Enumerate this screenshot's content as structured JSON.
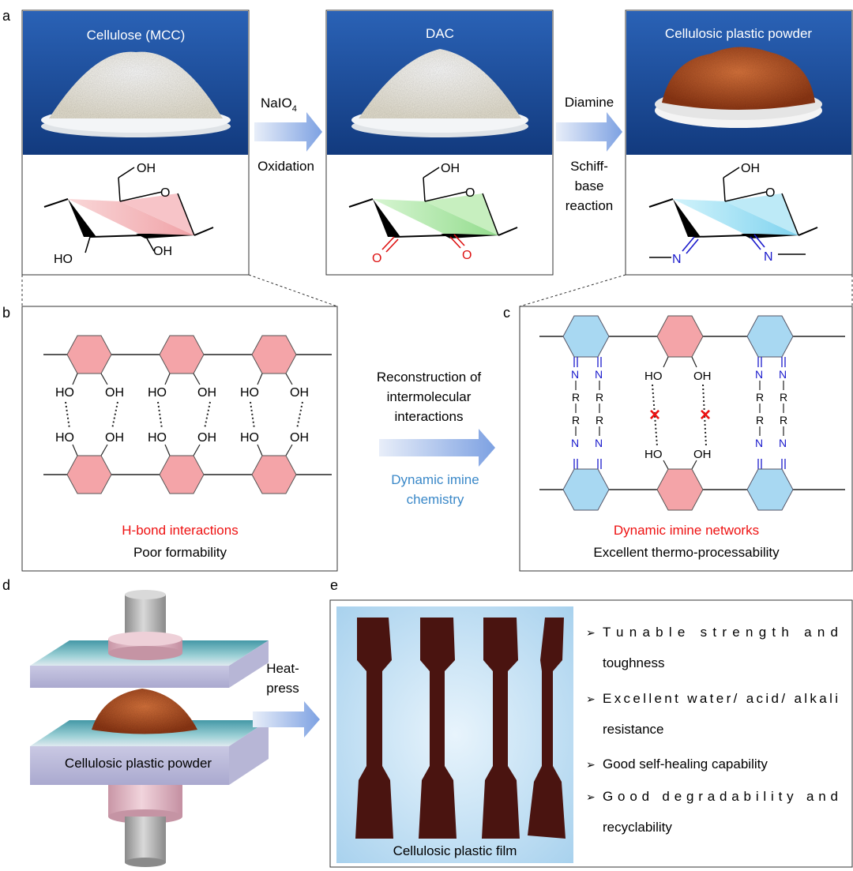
{
  "panel_labels": {
    "a": "a",
    "b": "b",
    "c": "c",
    "d": "d",
    "e": "e"
  },
  "panel_a": {
    "photo_titles": [
      "Cellulose (MCC)",
      "DAC",
      "Cellulosic plastic powder"
    ],
    "step1": {
      "reagent_main": "NaIO",
      "reagent_sub": "4",
      "process": "Oxidation"
    },
    "step2": {
      "reagent": "Diamine",
      "process_lines": [
        "Schiff-",
        "base",
        "reaction"
      ]
    },
    "struct_labels": {
      "oh": "OH",
      "ho": "HO",
      "o": "O",
      "n": "N"
    }
  },
  "panel_b": {
    "oh": "OH",
    "ho": "HO",
    "caption_red": "H-bond interactions",
    "caption_black": "Poor formability"
  },
  "middle": {
    "lines": [
      "Reconstruction of",
      "intermolecular",
      "interactions"
    ],
    "blue_lines": [
      "Dynamic imine",
      "chemistry"
    ]
  },
  "panel_c": {
    "n": "N",
    "r": "R",
    "oh": "OH",
    "ho": "HO",
    "x_mark": "×",
    "caption_red": "Dynamic imine networks",
    "caption_black": "Excellent thermo-processability"
  },
  "panel_d": {
    "process_lines": [
      "Heat-",
      "press"
    ],
    "powder_label": "Cellulosic plastic powder"
  },
  "panel_e": {
    "film_label": "Cellulosic plastic film",
    "bullet_symbol": "➢",
    "properties": [
      [
        "Tunable strength and",
        "toughness"
      ],
      [
        "Excellent water/ acid/ alkali",
        "resistance"
      ],
      [
        "Good self-healing capability"
      ],
      [
        "Good degradability and",
        "recyclability"
      ]
    ]
  },
  "colors": {
    "red_text": "#ee1111",
    "blue_text": "#3a88c8",
    "n_blue": "#1a1acc",
    "o_red": "#dd1111",
    "pink_ring": "#f4a4a8",
    "blue_ring": "#a8d8f2",
    "green_ring": "#a8e8a0",
    "photo_bg": "#1a4f9e",
    "film_brown": "#4a1410"
  }
}
